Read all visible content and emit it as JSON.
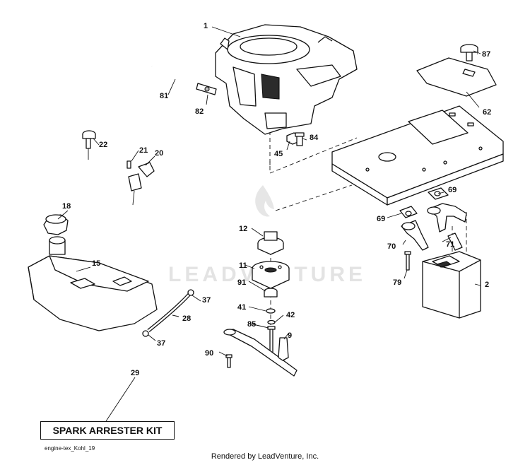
{
  "diagram": {
    "watermark": "LEADVENTURE",
    "callouts": {
      "c1": "1",
      "c2": "2",
      "c9": "9",
      "c11": "11",
      "c12": "12",
      "c15": "15",
      "c18": "18",
      "c20": "20",
      "c21": "21",
      "c22": "22",
      "c28": "28",
      "c29": "29",
      "c37a": "37",
      "c37b": "37",
      "c41": "41",
      "c42": "42",
      "c45": "45",
      "c62": "62",
      "c69a": "69",
      "c69b": "69",
      "c70": "70",
      "c71": "71",
      "c79": "79",
      "c81": "81",
      "c82": "82",
      "c84": "84",
      "c85": "85",
      "c87": "87",
      "c90": "90",
      "c91": "91"
    },
    "kit_label": "SPARK ARRESTER KIT",
    "drawing_code": "engine-tex_Kohl_19",
    "footer": "Rendered by LeadVenture, Inc."
  }
}
